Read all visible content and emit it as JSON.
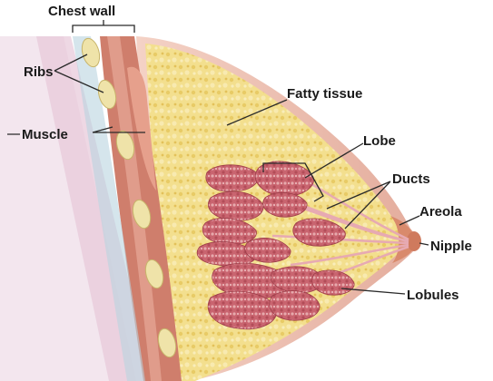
{
  "labels": {
    "chest_wall": "Chest wall",
    "ribs": "Ribs",
    "muscle": "Muscle",
    "fatty_tissue": "Fatty tissue",
    "lobe": "Lobe",
    "ducts": "Ducts",
    "areola": "Areola",
    "nipple": "Nipple",
    "lobules": "Lobules"
  },
  "colors": {
    "skin": "#e9b9ab",
    "fat": "#f3df8e",
    "fat_dots": "#e6c75a",
    "muscle": "#cf7e6c",
    "muscle_light": "#e4a493",
    "rib": "#efe3a9",
    "lobule": "#c5646f",
    "duct": "#eab3b8",
    "areola": "#d98a6c"
  }
}
